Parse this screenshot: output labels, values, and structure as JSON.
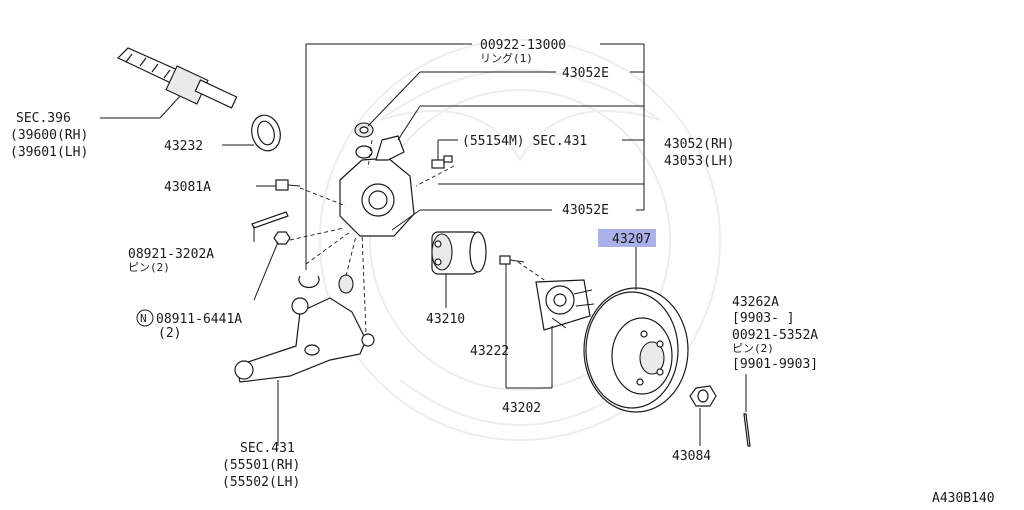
{
  "callouts": {
    "ring_partno": "00922-13000",
    "ring_desc": "リング(1)",
    "knuckle_e_top": "43052E",
    "sensor_ref": "(55154M) SEC.431",
    "knuckle_rh": "43052(RH)",
    "knuckle_lh": "43053(LH)",
    "knuckle_e_bottom": "43052E",
    "highlight_part": "43207",
    "driveshaft_sec": "SEC.396",
    "driveshaft_rh": "(39600(RH)",
    "driveshaft_lh": "(39601(LH)",
    "seal": "43232",
    "bolt": "43081A",
    "pin_partno": "08921-3202A",
    "pin_desc": "ピン(2)",
    "nut_partno": "08911-6441A",
    "nut_qty": "(2)",
    "nut_prefix": "N",
    "bearing": "43210",
    "hub_bolt": "43222",
    "hub": "43202",
    "arm_sec": "SEC.431",
    "arm_rh": "(55501(RH)",
    "arm_lh": "(55502(LH)",
    "cap_nut": "43084",
    "cotter_partno": "43262A",
    "cotter_date": "[9903-    ]",
    "cotter_pin_partno": "00921-5352A",
    "cotter_pin_desc": "ピン(2)",
    "cotter_pin_date": "[9901-9903]",
    "figure_code": "A430B140"
  },
  "colors": {
    "highlight": "#aab0e8",
    "line": "#1a1a1a"
  }
}
